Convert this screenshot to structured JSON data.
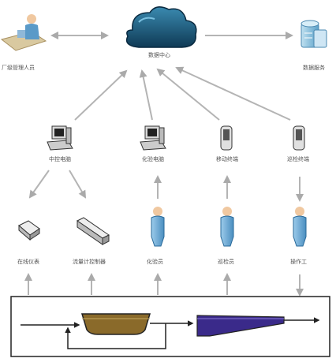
{
  "colors": {
    "arrow": "#b4b4b4",
    "cloud": "#1a5a7a",
    "tank_fill": "#8a6a2a",
    "channel_fill": "#3a2a8a",
    "person": "#6aaad4",
    "frame": "#222222",
    "label": "#555555"
  },
  "nodes": {
    "operator": {
      "label": "厂级管理人员",
      "icon": "desk-person-icon"
    },
    "cloud_center": {
      "label": "数据中心",
      "icon": "cloud-icon"
    },
    "server": {
      "label": "数据服务",
      "icon": "server-icon"
    },
    "pc_left": {
      "label": "中控电脑",
      "icon": "pc-icon"
    },
    "pc_mid": {
      "label": "化验电脑",
      "icon": "pc-icon"
    },
    "device_a": {
      "label": "移动终端",
      "icon": "handheld-icon"
    },
    "device_b": {
      "label": "巡检终端",
      "icon": "handheld-icon"
    },
    "block_a": {
      "label": "在线仪表",
      "icon": "sensor-block-icon"
    },
    "block_b": {
      "label": "流量计控制器",
      "icon": "sensor-bar-icon"
    },
    "person_a": {
      "label": "化验员",
      "icon": "person-icon"
    },
    "person_b": {
      "label": "巡检员",
      "icon": "person-icon"
    },
    "person_c": {
      "label": "操作工",
      "icon": "person-icon"
    }
  },
  "process": {
    "tank_icon": "settling-tank-icon",
    "channel_icon": "flow-channel-icon"
  }
}
